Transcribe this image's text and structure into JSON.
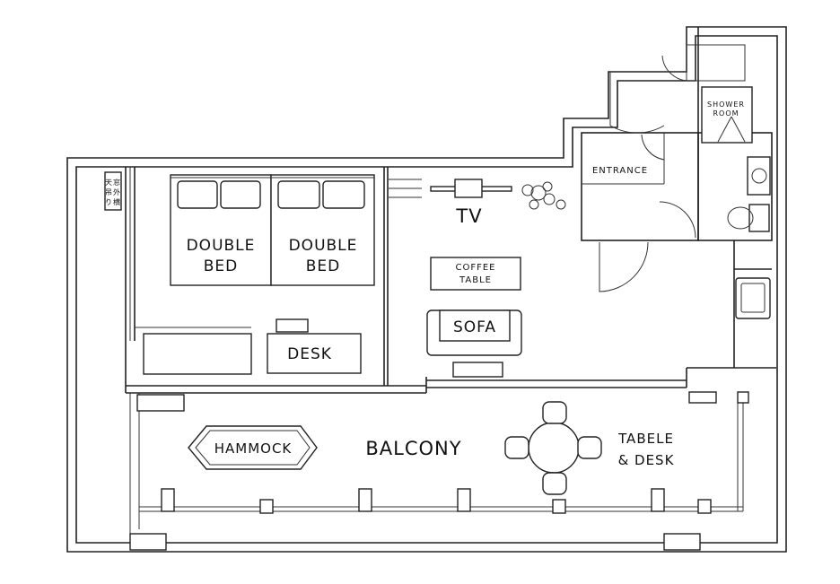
{
  "labels": {
    "double_bed_1": [
      "DOUBLE",
      "BED"
    ],
    "double_bed_2": [
      "DOUBLE",
      "BED"
    ],
    "tv": "TV",
    "coffee_table": [
      "COFFEE",
      "TABLE"
    ],
    "sofa": "SOFA",
    "desk": "DESK",
    "entrance": "ENTRANCE",
    "shower_room": [
      "SHOWER",
      "ROOM"
    ],
    "hammock": "HAMMOCK",
    "balcony": "BALCONY",
    "table_desk": [
      "TABELE",
      "& DESK"
    ],
    "window_sign": [
      "天窓",
      "吊外",
      "り横"
    ]
  }
}
